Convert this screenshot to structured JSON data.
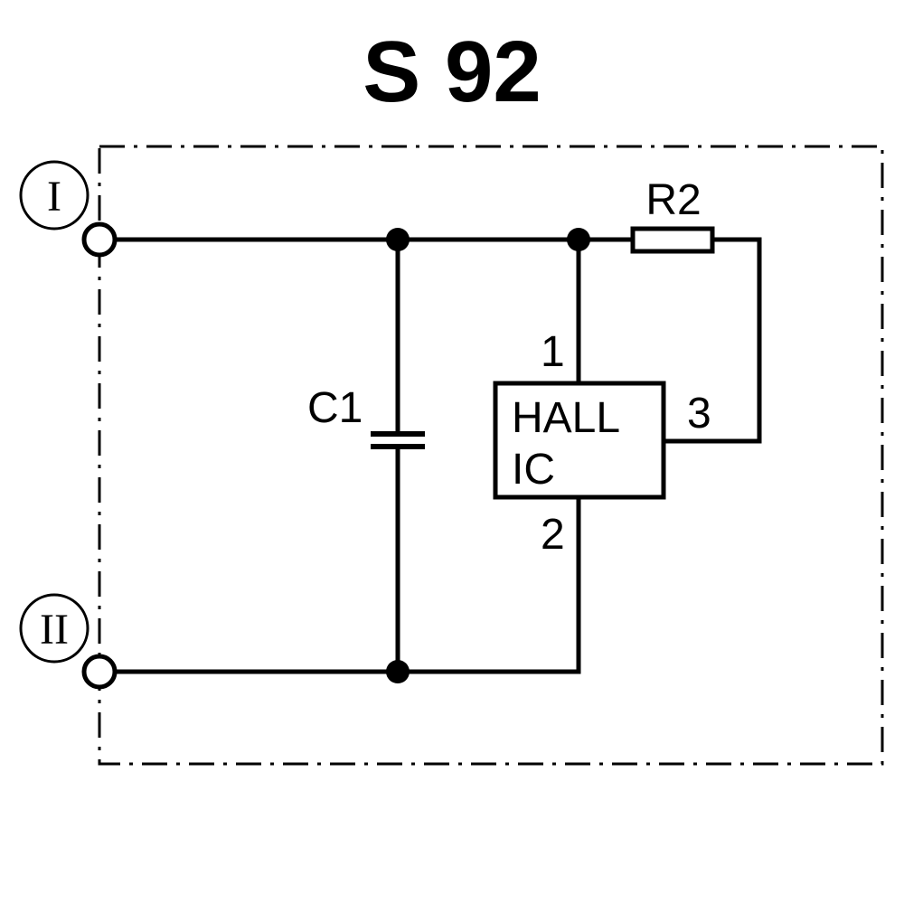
{
  "title": "S 92",
  "terminals": {
    "top": "I",
    "bottom": "II"
  },
  "components": {
    "capacitor": "C1",
    "resistor": "R2",
    "ic_line1": "HALL",
    "ic_line2": "IC"
  },
  "pins": {
    "pin1": "1",
    "pin2": "2",
    "pin3": "3"
  },
  "colors": {
    "ink": "#000000",
    "background": "#ffffff"
  }
}
